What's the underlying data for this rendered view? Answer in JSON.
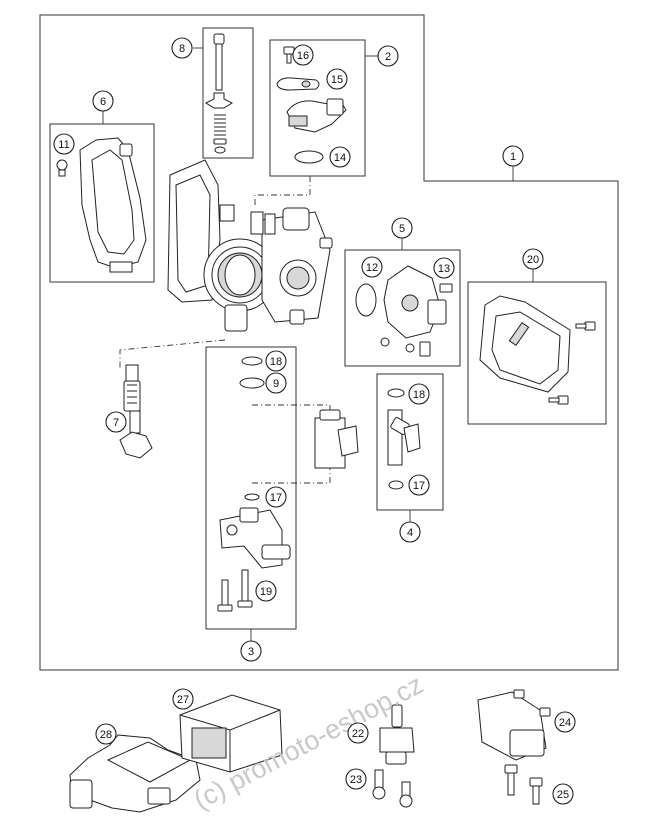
{
  "diagram": {
    "callouts": [
      "1",
      "2",
      "3",
      "4",
      "5",
      "6",
      "7",
      "8",
      "9",
      "11",
      "12",
      "13",
      "14",
      "15",
      "16",
      "17",
      "18",
      "19",
      "20",
      "22",
      "23",
      "24",
      "25",
      "27",
      "28"
    ]
  },
  "watermark": "(c) promoto-eshop.cz",
  "icons": [
    "throttle-body-icon",
    "sensor-icon",
    "injector-icon",
    "spark-plug-icon",
    "screw-icon",
    "o-ring-icon",
    "ecu-icon",
    "connector-icon",
    "bracket-icon"
  ]
}
